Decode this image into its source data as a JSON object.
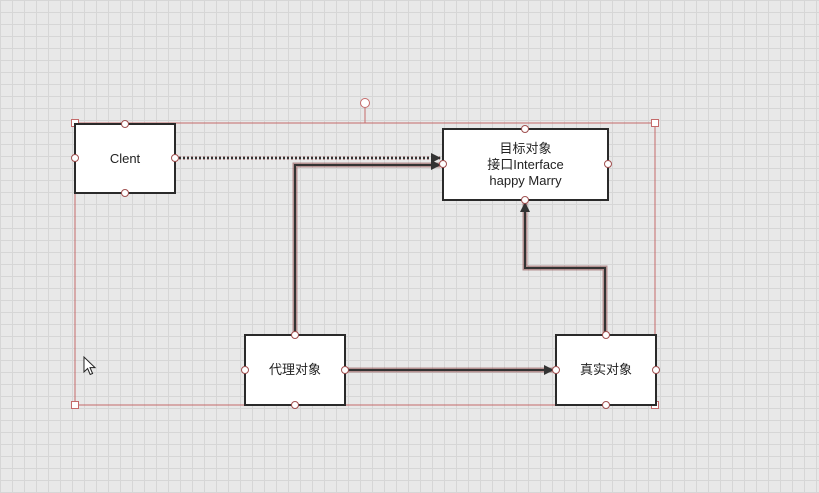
{
  "diagram": {
    "nodes": {
      "client": {
        "label": "Clent"
      },
      "target": {
        "lines": [
          "目标对象",
          "接口Interface",
          "happy Marry"
        ]
      },
      "proxy": {
        "label": "代理对象"
      },
      "real": {
        "label": "真实对象"
      }
    },
    "edges": [
      {
        "from": "client",
        "to": "target",
        "style": "dotted"
      },
      {
        "from": "proxy",
        "to": "target",
        "style": "solid"
      },
      {
        "from": "proxy",
        "to": "real",
        "style": "solid"
      },
      {
        "from": "real",
        "to": "target",
        "style": "solid"
      }
    ]
  },
  "colors": {
    "node_border": "#2a2a2a",
    "node_fill": "#ffffff",
    "edge": "#333333",
    "edge_shadow": "#8a4a4a",
    "selection": "#c46a6a"
  },
  "icons": {
    "cursor": "mouse-pointer-icon"
  }
}
